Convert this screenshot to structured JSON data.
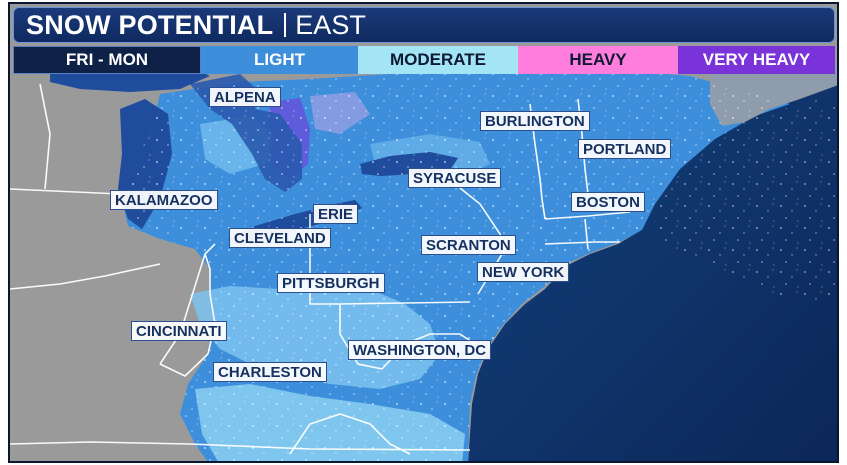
{
  "header": {
    "title": "SNOW POTENTIAL",
    "region": "EAST"
  },
  "legend": {
    "period": "FRI - MON",
    "categories": [
      {
        "label": "LIGHT",
        "color": "#3d8fdc"
      },
      {
        "label": "MODERATE",
        "color": "#a3e4f5"
      },
      {
        "label": "HEAVY",
        "color": "#ff7ddd"
      },
      {
        "label": "VERY HEAVY",
        "color": "#7a33d9"
      }
    ]
  },
  "colors": {
    "land": "#9a9a9a",
    "lake": "#1f4c9c",
    "ocean": "#0f2f63",
    "snow_light": "#3d8fdc",
    "snow_moderate": "#a3e4f5",
    "snow_heavy": "#ff7ddd",
    "snow_very_heavy": "#7a33d9"
  },
  "cities": {
    "alpena": "ALPENA",
    "burlington": "BURLINGTON",
    "portland": "PORTLAND",
    "kalamazoo": "KALAMAZOO",
    "syracuse": "SYRACUSE",
    "boston": "BOSTON",
    "erie": "ERIE",
    "cleveland": "CLEVELAND",
    "scranton": "SCRANTON",
    "new_york": "NEW YORK",
    "pittsburgh": "PITTSBURGH",
    "cincinnati": "CINCINNATI",
    "washington_dc": "WASHINGTON, DC",
    "charleston": "CHARLESTON"
  }
}
